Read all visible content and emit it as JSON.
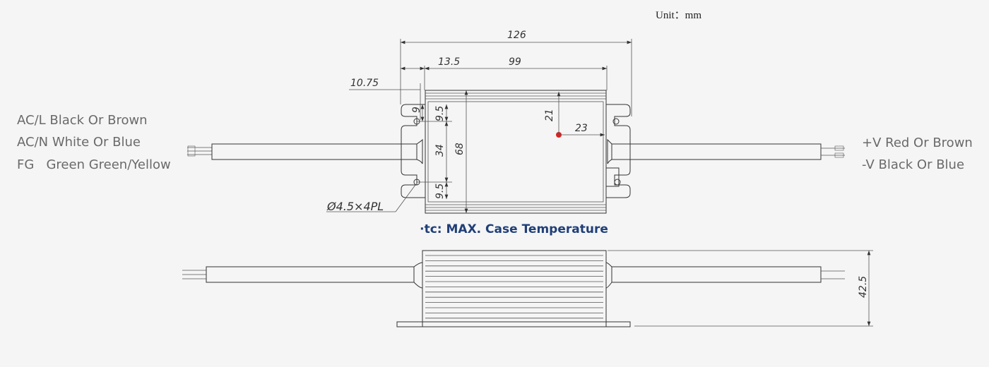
{
  "unit": "Unit：mm",
  "left_labels": [
    "AC/L Black Or Brown",
    "AC/N White Or Blue",
    "FG   Green Green/Yellow"
  ],
  "right_labels": [
    "+V Red Or Brown",
    "-V Black Or Blue"
  ],
  "tc_note": "·tc: MAX. Case Temperature",
  "dims": {
    "overall_length": "126",
    "mount_offset": "13.5",
    "body_length": "99",
    "left_edge": "10.75",
    "hole_offset_top": "9",
    "hole_spacing_top": "9.5",
    "center_span": "34",
    "body_width": "68",
    "hole_spacing_bottom": "9.5",
    "tc_y": "21",
    "tc_x": "23",
    "hole_callout": "Ø4.5×4PL",
    "height": "42.5"
  },
  "colors": {
    "tc_point": "#e02020",
    "tc_note": "#1f3f78"
  }
}
